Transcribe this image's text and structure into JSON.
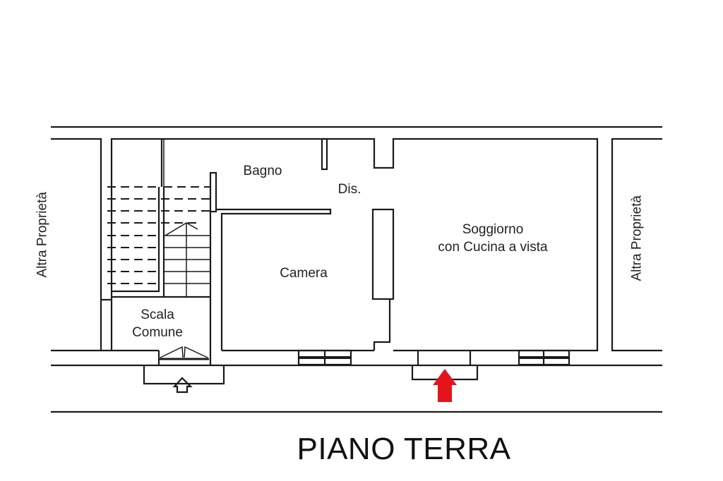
{
  "plan": {
    "title": "PIANO TERRA",
    "rooms": {
      "left_neighbor": "Altra Proprietà",
      "right_neighbor": "Altra Proprietà",
      "bathroom": "Bagno",
      "hall": "Dis.",
      "bedroom": "Camera",
      "stair": [
        "Scala",
        "Comune"
      ],
      "living": [
        "Soggiorno",
        "con Cucina a vista"
      ]
    },
    "entrance_arrow_color": "#e3141b"
  }
}
